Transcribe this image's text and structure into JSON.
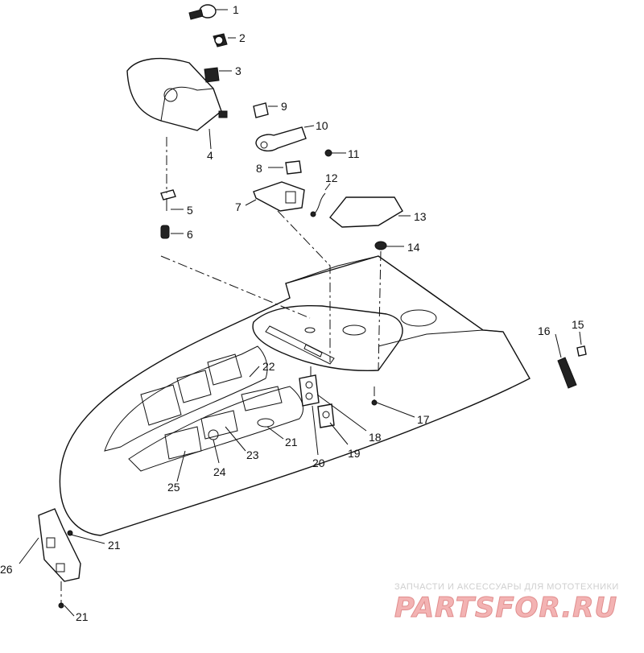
{
  "diagram": {
    "callouts": [
      {
        "id": "c1",
        "text": "1"
      },
      {
        "id": "c2",
        "text": "2"
      },
      {
        "id": "c3",
        "text": "3"
      },
      {
        "id": "c4",
        "text": "4"
      },
      {
        "id": "c5",
        "text": "5"
      },
      {
        "id": "c6",
        "text": "6"
      },
      {
        "id": "c7",
        "text": "7"
      },
      {
        "id": "c8",
        "text": "8"
      },
      {
        "id": "c9",
        "text": "9"
      },
      {
        "id": "c10",
        "text": "10"
      },
      {
        "id": "c11",
        "text": "11"
      },
      {
        "id": "c12",
        "text": "12"
      },
      {
        "id": "c13",
        "text": "13"
      },
      {
        "id": "c14",
        "text": "14"
      },
      {
        "id": "c15",
        "text": "15"
      },
      {
        "id": "c16",
        "text": "16"
      },
      {
        "id": "c17",
        "text": "17"
      },
      {
        "id": "c18",
        "text": "18"
      },
      {
        "id": "c19",
        "text": "19"
      },
      {
        "id": "c20",
        "text": "20"
      },
      {
        "id": "c21a",
        "text": "21"
      },
      {
        "id": "c21b",
        "text": "21"
      },
      {
        "id": "c21c",
        "text": "21"
      },
      {
        "id": "c22",
        "text": "22"
      },
      {
        "id": "c23",
        "text": "23"
      },
      {
        "id": "c24",
        "text": "24"
      },
      {
        "id": "c25",
        "text": "25"
      },
      {
        "id": "c26",
        "text": "26"
      }
    ]
  },
  "watermark": {
    "tagline": "ЗАПЧАСТИ И АКСЕССУАРЫ ДЛЯ МОТОТЕХНИКИ",
    "logo": "PARTSFOR.RU"
  }
}
